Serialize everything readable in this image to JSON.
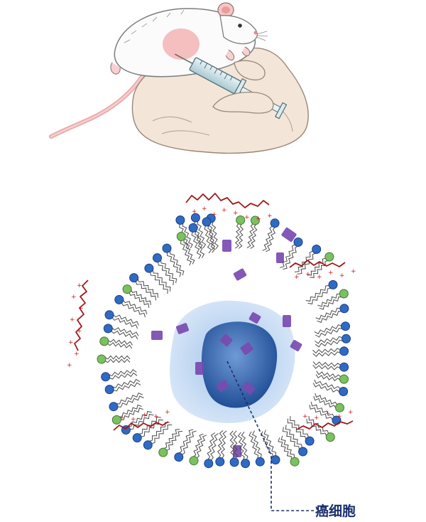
{
  "annotation": {
    "cell_label": "癌细胞"
  },
  "colors": {
    "cell_outer": "#b9d3f0",
    "cell_core": "#2a5fa6",
    "lipid_head_blue": "#2f6bc4",
    "lipid_head_green": "#7cc160",
    "peptide_strand": "#a01818",
    "charge_marks": "#d11a1a",
    "cargo_purple": "#7a4ab0",
    "label_text": "#1a2f6e",
    "mouse_skin": "#f3b5b5",
    "hand_skin": "#f2e4d6"
  },
  "icons": {
    "mouse": "mouse-illustration",
    "syringe": "syringe-icon",
    "hand": "hand-illustration"
  }
}
